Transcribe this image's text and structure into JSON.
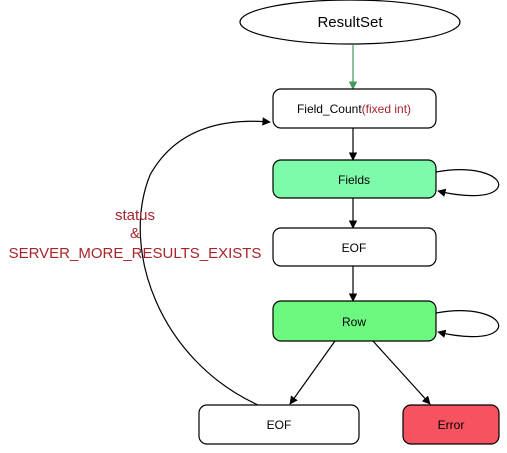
{
  "nodes": {
    "resultset": {
      "label": "ResultSet"
    },
    "field_count": {
      "label": "Field_Count",
      "type_open": "(",
      "type_text": "fixed int",
      "type_close": ")"
    },
    "fields": {
      "label": "Fields"
    },
    "eof_1": {
      "label": "EOF"
    },
    "row": {
      "label": "Row"
    },
    "eof_2": {
      "label": "EOF"
    },
    "error": {
      "label": "Error"
    }
  },
  "loop_label": {
    "line1": "status",
    "line2": "&",
    "line3": "SERVER_MORE_RESULTS_EXISTS"
  },
  "colors": {
    "fields_fill": "#7dfbaa",
    "row_fill": "#6df97f",
    "error_fill": "#f6525f",
    "label_red": "#a6242a",
    "start_arrow": "#3f9a5b",
    "node_fill": "#ffffff",
    "stroke": "#000000"
  }
}
